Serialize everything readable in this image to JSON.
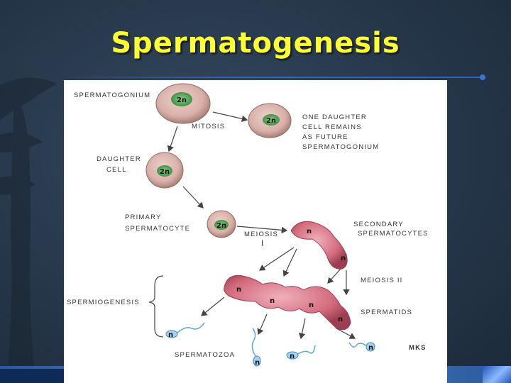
{
  "slide": {
    "title": "Spermatogenesis",
    "colors": {
      "title": "#ffff33",
      "background": "#26374a",
      "accent": "#2e63b8"
    }
  },
  "figure": {
    "labels": {
      "spermatogonium": "SPERMATOGONIUM",
      "mitosis": "MITOSIS",
      "daughter_l1": "ONE DAUGHTER",
      "daughter_l2": "CELL REMAINS",
      "daughter_l3": "AS FUTURE",
      "daughter_l4": "SPERMATOGONIUM",
      "daughter_cell_l1": "DAUGHTER",
      "daughter_cell_l2": "CELL",
      "primary_l1": "PRIMARY",
      "primary_l2": "SPERMATOCYTE",
      "meiosis1_l1": "MEIOSIS",
      "meiosis1_l2": "I",
      "secondary_l1": "SECONDARY",
      "secondary_l2": "SPERMATOCYTES",
      "meiosis2": "MEIOSIS II",
      "spermiogenesis": "SPERMIOGENESIS",
      "spermatids": "SPERMATIDS",
      "spermatozoa": "SPERMATOZOA",
      "signature": "MKS"
    },
    "ploidy": {
      "diploid": "2n",
      "haploid": "n"
    },
    "colors": {
      "cell_body": "#d9b0a8",
      "nucleus": "#5aa05a",
      "meiotic_cell": "#d36a7c",
      "sperm": "#5aa8dc"
    }
  }
}
